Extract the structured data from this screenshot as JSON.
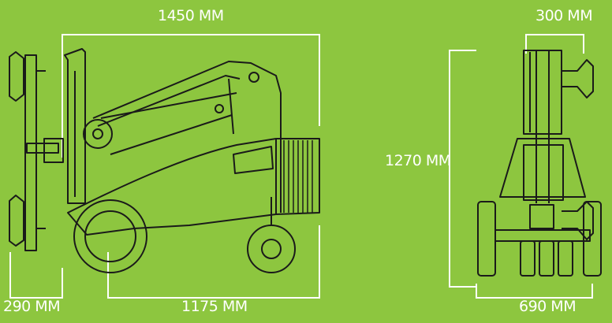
{
  "colors": {
    "background": "#8dc63f",
    "lines": "#ffffff",
    "machine_outline": "#1a1a1a"
  },
  "dimensions": {
    "overall_length": "1450 MM",
    "boom_depth": "300 MM",
    "height": "1270 MM",
    "suction_frame_width": "290 MM",
    "base_length": "1175 MM",
    "base_width": "690 MM"
  }
}
